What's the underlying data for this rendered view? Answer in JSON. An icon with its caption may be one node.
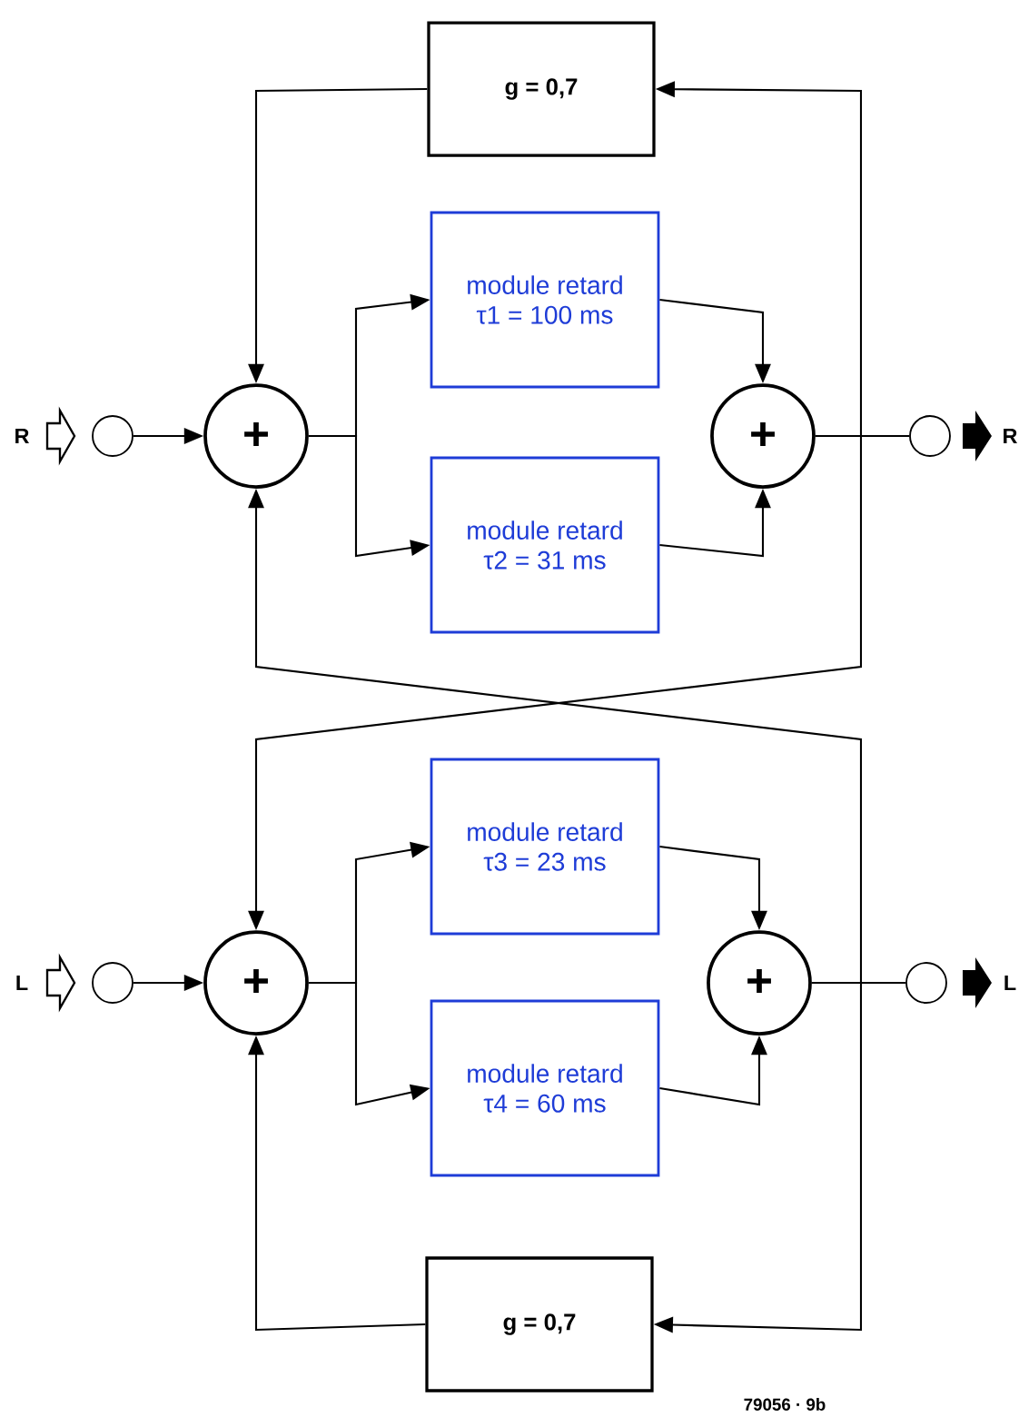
{
  "diagram": {
    "nodes": [
      {
        "text": [
          "g = 0,7"
        ]
      },
      {
        "text": [
          "module retard",
          "τ1 = 100 ms"
        ]
      },
      {
        "text": [
          "R"
        ]
      },
      {
        "text": [],
        "shape": "circle"
      },
      {
        "text": [
          "+"
        ]
      },
      {
        "text": [
          "+"
        ]
      },
      {
        "text": [],
        "shape": "circle"
      },
      {
        "text": [
          "R"
        ]
      },
      {
        "text": [
          "module retard",
          "τ2 = 31 ms"
        ]
      },
      {
        "text": [
          "module retard",
          "τ3 = 23 ms"
        ]
      },
      {
        "text": [
          "L"
        ]
      },
      {
        "text": [],
        "shape": "circle"
      },
      {
        "text": [
          "+"
        ]
      },
      {
        "text": [
          "+"
        ]
      },
      {
        "text": [],
        "shape": "circle"
      },
      {
        "text": [
          "L"
        ]
      },
      {
        "text": [
          "module retard",
          "τ4 = 60 ms"
        ]
      },
      {
        "text": [
          "g = 0,7"
        ]
      }
    ],
    "edges": [
      {
        "from": 3,
        "to": 4,
        "arrow": "to"
      },
      {
        "from": 4,
        "to": 1,
        "arrow": "to"
      },
      {
        "from": 4,
        "to": 8,
        "arrow": "to"
      },
      {
        "from": 1,
        "to": 5,
        "arrow": "to"
      },
      {
        "from": 8,
        "to": 5,
        "arrow": "to"
      },
      {
        "from": 5,
        "to": 6,
        "arrow": "none"
      },
      {
        "from": 5,
        "to": 0,
        "arrow": "to"
      },
      {
        "from": 0,
        "to": 4,
        "arrow": "to"
      },
      {
        "from": 5,
        "to": 12,
        "arrow": "to"
      },
      {
        "from": 13,
        "to": 4,
        "arrow": "to"
      },
      {
        "from": 11,
        "to": 12,
        "arrow": "to"
      },
      {
        "from": 12,
        "to": 9,
        "arrow": "to"
      },
      {
        "from": 12,
        "to": 16,
        "arrow": "to"
      },
      {
        "from": 9,
        "to": 13,
        "arrow": "to"
      },
      {
        "from": 16,
        "to": 13,
        "arrow": "to"
      },
      {
        "from": 13,
        "to": 14,
        "arrow": "none"
      },
      {
        "from": 13,
        "to": 17,
        "arrow": "to"
      },
      {
        "from": 17,
        "to": 12,
        "arrow": "to"
      }
    ],
    "labels": [
      "79056 · 9b"
    ]
  }
}
